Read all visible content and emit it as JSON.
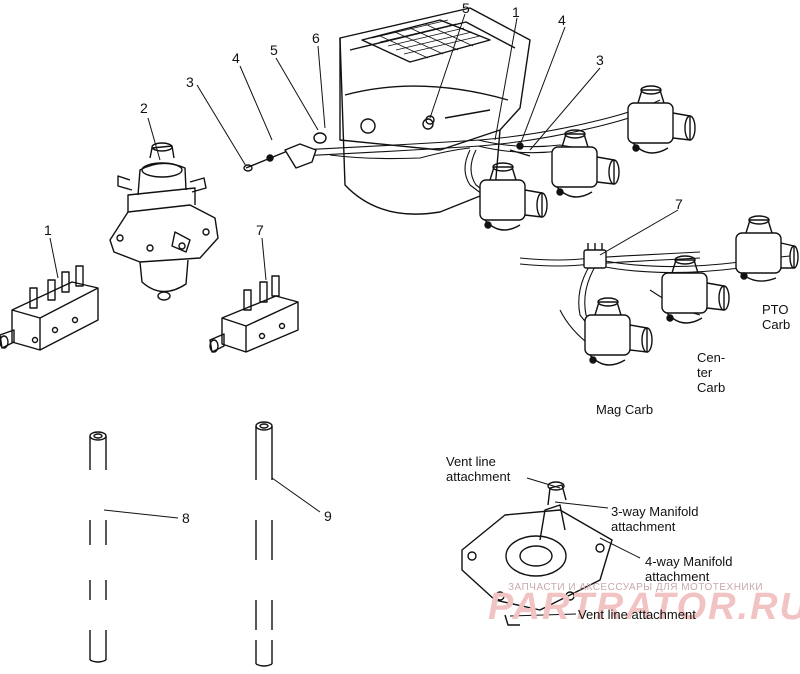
{
  "callouts": [
    "1",
    "2",
    "3",
    "4",
    "5",
    "6",
    "7",
    "8",
    "9"
  ],
  "labels": {
    "pto_carb": "PTO\nCarb",
    "center_carb": "Cen-\nter\nCarb",
    "mag_carb": "Mag Carb",
    "vent_line_top": "Vent line\nattachment",
    "three_way": "3-way Manifold\nattachment",
    "four_way": "4-way Manifold\nattachment",
    "vent_line_bottom": "Vent line attachment"
  },
  "watermark": {
    "small": "ЗАПЧАСТИ И АКСЕССУАРЫ ДЛЯ МОТОТЕХНИКИ",
    "big": "PARTRATOR.RU"
  }
}
